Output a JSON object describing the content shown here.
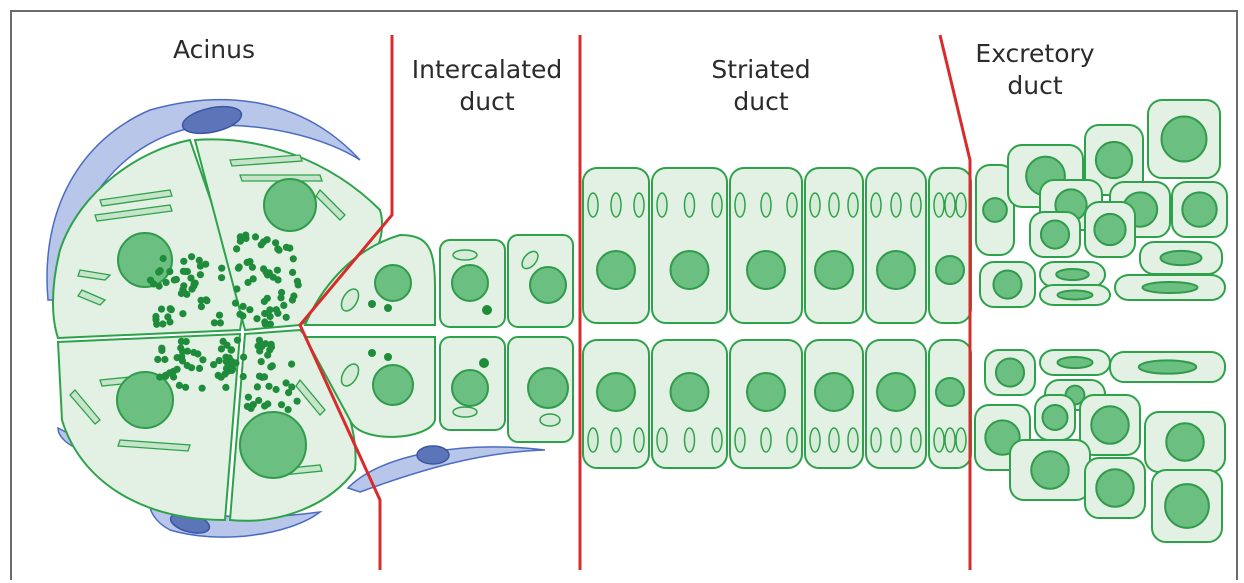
{
  "labels": {
    "acinus": "Acinus",
    "intercalated": "Intercalated\nduct",
    "striated": "Striated\nduct",
    "excretory": "Excretory\nduct"
  },
  "colors": {
    "cell_fill": "#e2f1e3",
    "cell_stroke": "#2ea24a",
    "nucleus": "#6bbf80",
    "granule": "#1e8c3a",
    "myoepithelial": "#b8c6ea",
    "boundary": "#d92b2b",
    "frame": "#6b6b6b"
  }
}
